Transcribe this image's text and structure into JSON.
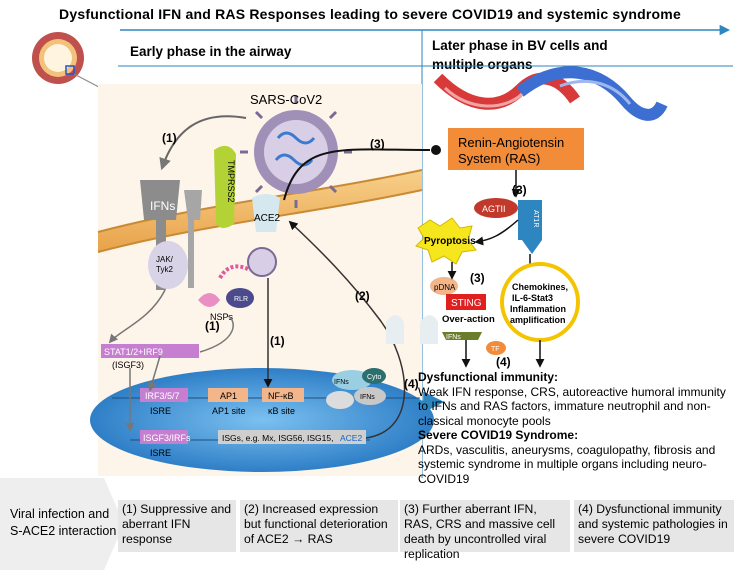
{
  "title": "Dysfunctional IFN and RAS Responses leading to severe COVID19 and systemic syndrome",
  "early_phase": "Early phase in the airway",
  "later_phase": [
    "Later phase in BV cells and",
    "multiple organs"
  ],
  "labels": {
    "sars": "SARS-CoV2",
    "ifns": "IFNs",
    "tmprss2": "TMPRSS2",
    "ace2": "ACE2",
    "jak": "JAK/",
    "tyk": "Tyk2",
    "nsps": "NSPs",
    "rlr": "RLR",
    "stat": "STAT1/2+IRF9",
    "isgf3": "(ISGF3)",
    "irf": "IRF3/5/7",
    "ap1": "AP1",
    "nfkb": "NF-κB",
    "isre1": "ISRE",
    "ap1site": "AP1 site",
    "kbsite": "κB site",
    "isgs_box": "ISGF3/IRFs",
    "isgs": "ISGs, e.g. Mx, ISG56, ISG15,",
    "ace2_gene": "ACE2",
    "isre2": "ISRE",
    "ifns_small1": "IFNs",
    "ifns_small2": "IFNs",
    "cyto": "Cyto",
    "n1": "(1)",
    "n1b": "(1)",
    "n1c": "(1)",
    "n2": "(2)",
    "n3a": "(3)",
    "n3b": "(3)",
    "n3c": "(3)",
    "n4a": "(4)",
    "n4b": "(4)",
    "ras1": "Renin-Angiotensin",
    "ras2": "System (RAS)",
    "agtii": "AGTII",
    "at1r": "AT1R",
    "pyroptosis": "Pyroptosis",
    "pdna": "pDNA",
    "sting": "STING",
    "over": "Over-action",
    "chemo1": "Chemokines,",
    "chemo2": "IL-6-Stat3",
    "chemo3": "Inflammation",
    "chemo4": "amplification",
    "ifnr": "IFNs",
    "tf": "TF"
  },
  "right_text": {
    "h1": "Dysfunctional immunity:",
    "p1": "Weak IFN response, CRS, autoreactive humoral immunity to IFNs and RAS factors, immature neutrophil and non-classical monocyte pools",
    "h2": "Severe COVID19 Syndrome:",
    "p2": "ARDs, vasculitis, aneurysms, coagulopathy, fibrosis and systemic syndrome in multiple organs including neuro-COVID19"
  },
  "steps": [
    "Viral infection and S-ACE2 interaction",
    "(1) Suppressive and aberrant IFN response",
    "(2) Increased expression but functional deterioration of ACE2 → RAS",
    "(3) Further aberrant IFN, RAS, CRS and massive cell death by uncontrolled viral replication",
    "(4) Dysfunctional immunity and systemic pathologies in severe COVID19"
  ],
  "colors": {
    "title_arrow": "#2e86c1",
    "nucleus": "#3d8fd1",
    "membrane": "#f0b25a",
    "ras_box": "#f28c38",
    "sting": "#e02020",
    "ifn_receptor": "#7f7f7f",
    "stat_box": "#c67fd0"
  }
}
